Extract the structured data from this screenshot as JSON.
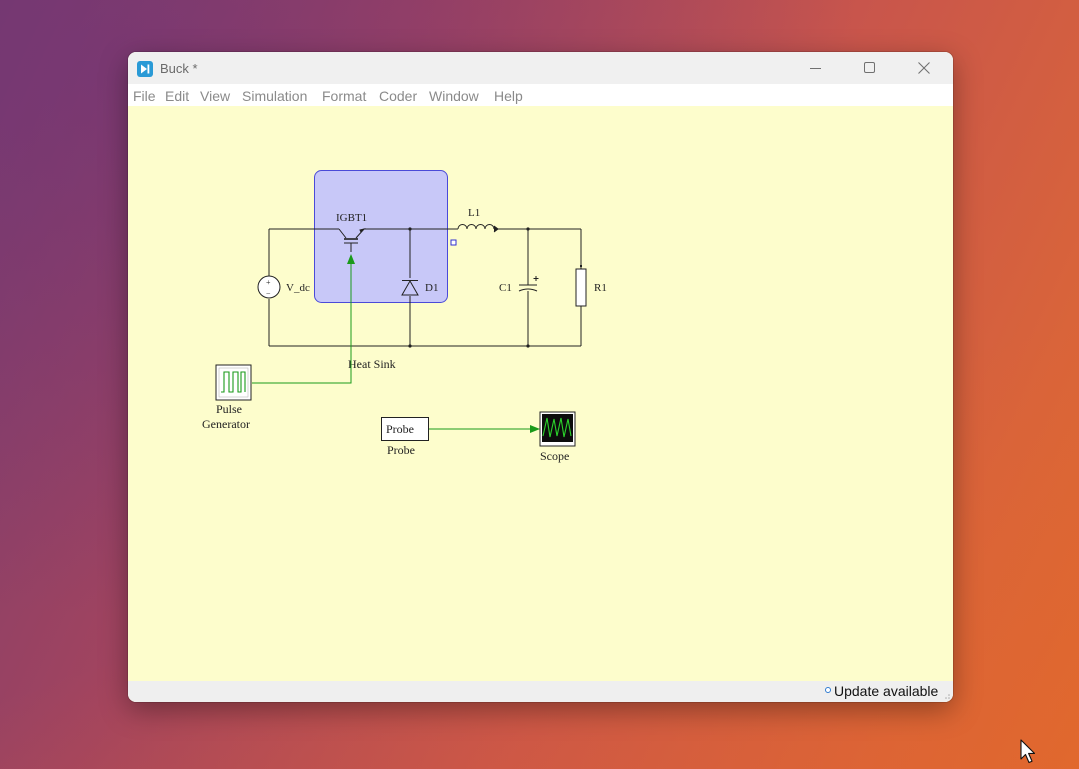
{
  "window": {
    "title": "Buck *"
  },
  "menu": [
    "File",
    "Edit",
    "View",
    "Simulation",
    "Format",
    "Coder",
    "Window",
    "Help"
  ],
  "circuit": {
    "vdc": "V_dc",
    "igbt": "IGBT1",
    "diode": "D1",
    "inductor": "L1",
    "capacitor": "C1",
    "resistor": "R1",
    "heat_sink": "Heat Sink",
    "pulse_line1": "Pulse",
    "pulse_line2": "Generator",
    "probe_block": "Probe",
    "probe_label": "Probe",
    "scope": "Scope"
  },
  "status": {
    "update_text": "Update available"
  },
  "colors": {
    "heat_sink_fill": "#c8c8f8",
    "heat_sink_border": "#4a4ad8",
    "signal_wire": "#1a9a1a",
    "canvas": "#fdfdcc"
  }
}
